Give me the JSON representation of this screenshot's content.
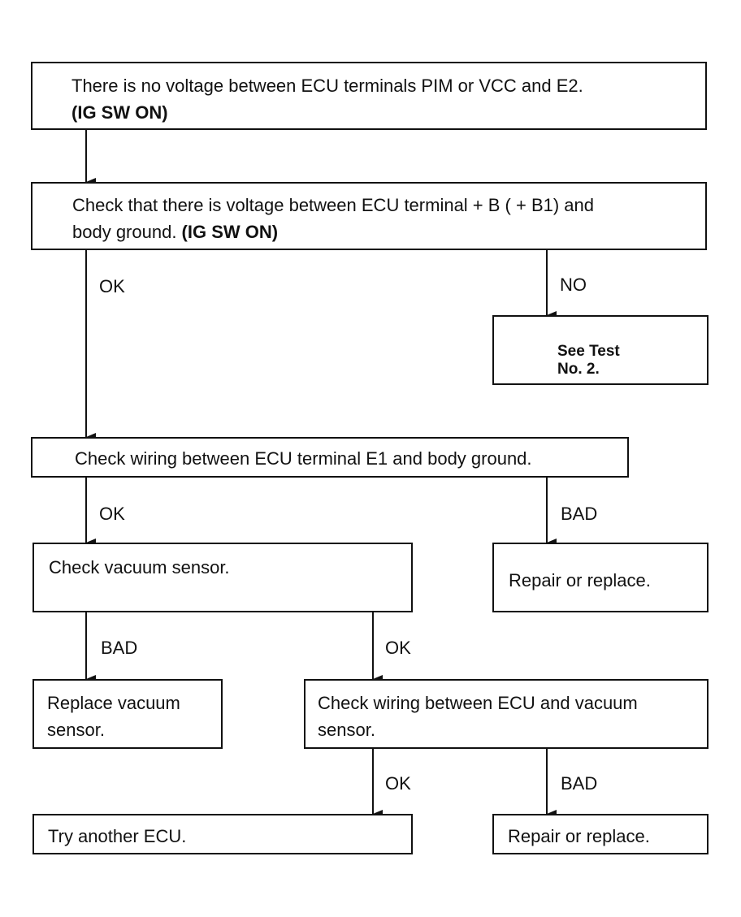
{
  "nodes": {
    "start": {
      "line1": "There is no voltage between ECU terminals PIM or VCC and E2.",
      "line2": "(IG SW ON)"
    },
    "check_voltage": {
      "line1": "Check that there is voltage between ECU terminal  + B  ( + B1)  and",
      "line2_prefix": "body ground. ",
      "line2_bold": "(IG SW ON)"
    },
    "see_test": {
      "line1": "See Test",
      "line2": "No. 2."
    },
    "check_e1_wiring": {
      "line1": "Check wiring between ECU terminal E1 and body ground."
    },
    "check_vacuum_sensor": {
      "line1": "Check vacuum sensor."
    },
    "repair_replace_1": {
      "line1": "Repair or replace."
    },
    "replace_vacuum_sensor": {
      "line1": "Replace vacuum",
      "line2": "sensor."
    },
    "check_ecu_sensor_wiring": {
      "line1": "Check wiring between ECU and vacuum",
      "line2": "sensor."
    },
    "try_another_ecu": {
      "line1": "Try another ECU."
    },
    "repair_replace_2": {
      "line1": "Repair or replace."
    }
  },
  "edges": {
    "voltage_ok": "OK",
    "voltage_no": "NO",
    "e1_ok": "OK",
    "e1_bad": "BAD",
    "sensor_bad": "BAD",
    "sensor_ok": "OK",
    "wiring_ok": "OK",
    "wiring_bad": "BAD"
  }
}
